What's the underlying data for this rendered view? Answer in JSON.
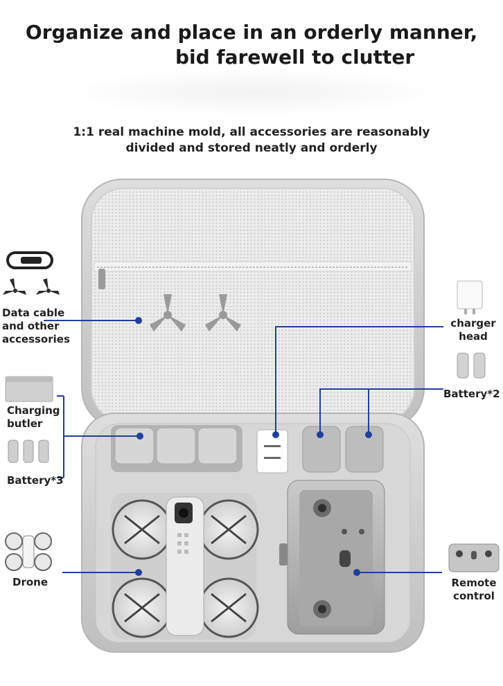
{
  "headline": {
    "line1": "Organize and place in an orderly manner,",
    "line2": "bid farewell to clutter"
  },
  "subtitle": {
    "line1": "1:1 real machine mold, all accessories are reasonably",
    "line2": "divided and stored neatly and orderly"
  },
  "callouts": {
    "data_cable": [
      "Data cable",
      "and other",
      "accessories"
    ],
    "charging_butler": [
      "Charging",
      "butler"
    ],
    "battery_3": "Battery*3",
    "drone": "Drone",
    "charger_head": [
      "charger",
      "head"
    ],
    "battery_2": "Battery*2",
    "remote_control": [
      "Remote",
      "control"
    ]
  },
  "colors": {
    "callout_line": "#1f3f9c",
    "case_shell": "#cfcfcf",
    "case_mesh": "#e6e6e6",
    "foam_tray": "#d8d8d8",
    "device_grey": "#b7b7b7"
  },
  "icons": [
    "usb-cable-icon",
    "propeller-icon",
    "charging-hub-icon",
    "battery-icon",
    "drone-icon",
    "charger-head-icon",
    "remote-controller-icon"
  ]
}
